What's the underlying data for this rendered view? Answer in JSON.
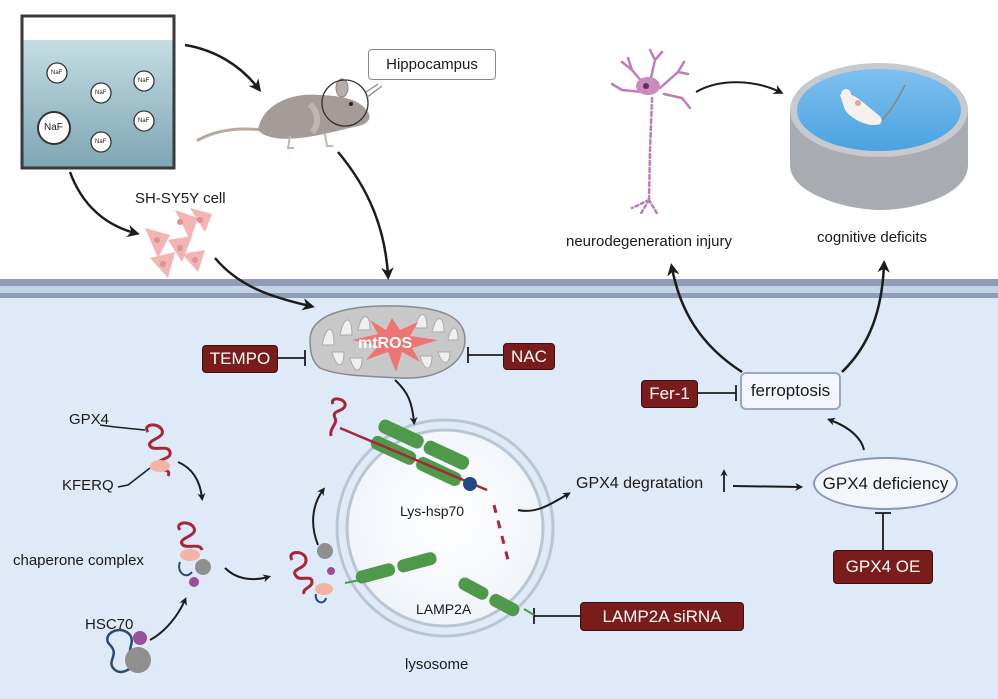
{
  "top": {
    "naf_bath_labels": [
      "NaF",
      "NaF",
      "NaF",
      "NaF",
      "NaF",
      "NaF"
    ],
    "hippocampus_callout": "Hippocampus",
    "cell_label": "SH-SY5Y cell",
    "neuron_label": "neurodegeneration injury",
    "maze_label": "cognitive deficits"
  },
  "cell": {
    "mito_label": "mtROS",
    "inhibitors": {
      "tempo": "TEMPO",
      "nac": "NAC",
      "fer1": "Fer-1",
      "gpx4_oe": "GPX4 OE",
      "lamp2a_sirna": "LAMP2A siRNA"
    },
    "labels": {
      "gpx4": "GPX4",
      "kferq": "KFERQ",
      "chaperone_complex": "chaperone complex",
      "hsc70": "HSC70",
      "lys_hsp70": "Lys-hsp70",
      "lamp2a": "LAMP2A",
      "lysosome": "lysosome",
      "gpx4_degradation": "GPX4 degratation",
      "ferroptosis": "ferroptosis",
      "gpx4_deficiency": "GPX4 deficiency"
    }
  },
  "colors": {
    "inhibitor_fill": "#7a1c1c",
    "cytoplasm": "#deeaf7",
    "membrane_dark": "#8d9db5",
    "membrane_light": "#c4d3e8",
    "protein_red": "#a8263a",
    "lamp_green": "#4f9a4a",
    "hsc70_gray": "#8f8f8f",
    "kferq_pink": "#f4b3a3",
    "purple": "#9b4f96",
    "mtros_star": "#ee7474"
  }
}
